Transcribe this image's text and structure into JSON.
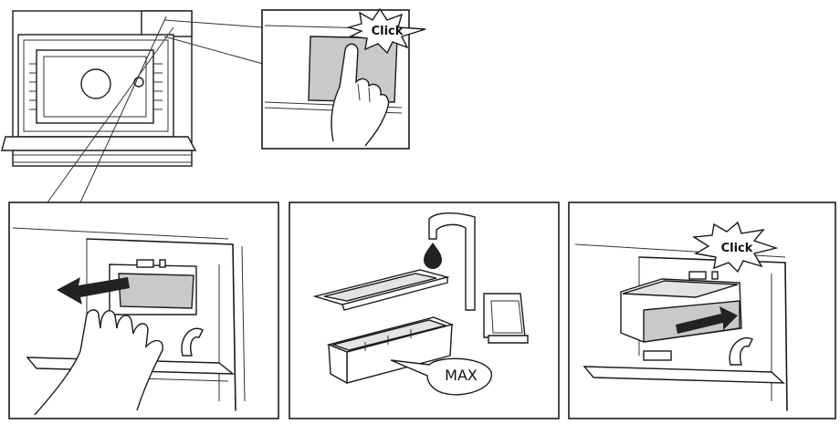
{
  "labels": {
    "click_top": "Click",
    "click_bottom": "Click",
    "max": "MAX"
  },
  "colors": {
    "line": "#1a1a1a",
    "grey_panel": "#c9c9c9",
    "light_grey": "#e3e3e3",
    "arrow": "#222222"
  },
  "icons": {
    "click_burst": "starburst-icon",
    "arrow_left": "arrow-left-icon",
    "arrow_right": "arrow-right-icon",
    "water_drop": "water-drop-icon"
  }
}
